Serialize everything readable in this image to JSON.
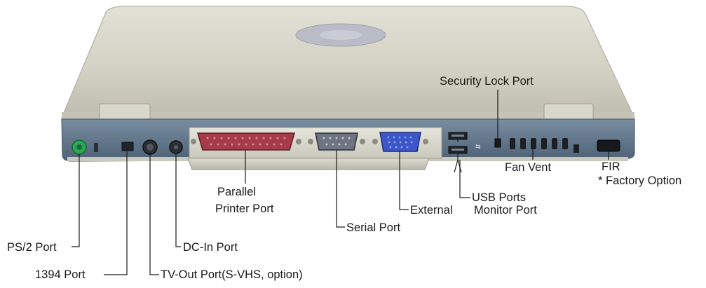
{
  "labels": {
    "security_lock": "Security Lock Port",
    "fan_vent": "Fan Vent",
    "fir_line1": "FIR",
    "fir_line2": "* Factory Option",
    "parallel_line1": "Parallel",
    "parallel_line2": "Printer Port",
    "usb": "USB Ports",
    "external": "External",
    "monitor": "Monitor Port",
    "serial": "Serial Port",
    "ps2": "PS/2 Port",
    "dcin": "DC-In Port",
    "p1394": "1394 Port",
    "tvout": "TV-Out Port(S-VHS, option)"
  },
  "colors": {
    "lid": "#cfcdbf",
    "body_band": "#5f7488",
    "parallel_port": "#a33a48",
    "serial_port": "#6a707e",
    "vga_port": "#3d56c9",
    "ps2_port": "#27a353",
    "leader_line": "#1a1a1a"
  }
}
